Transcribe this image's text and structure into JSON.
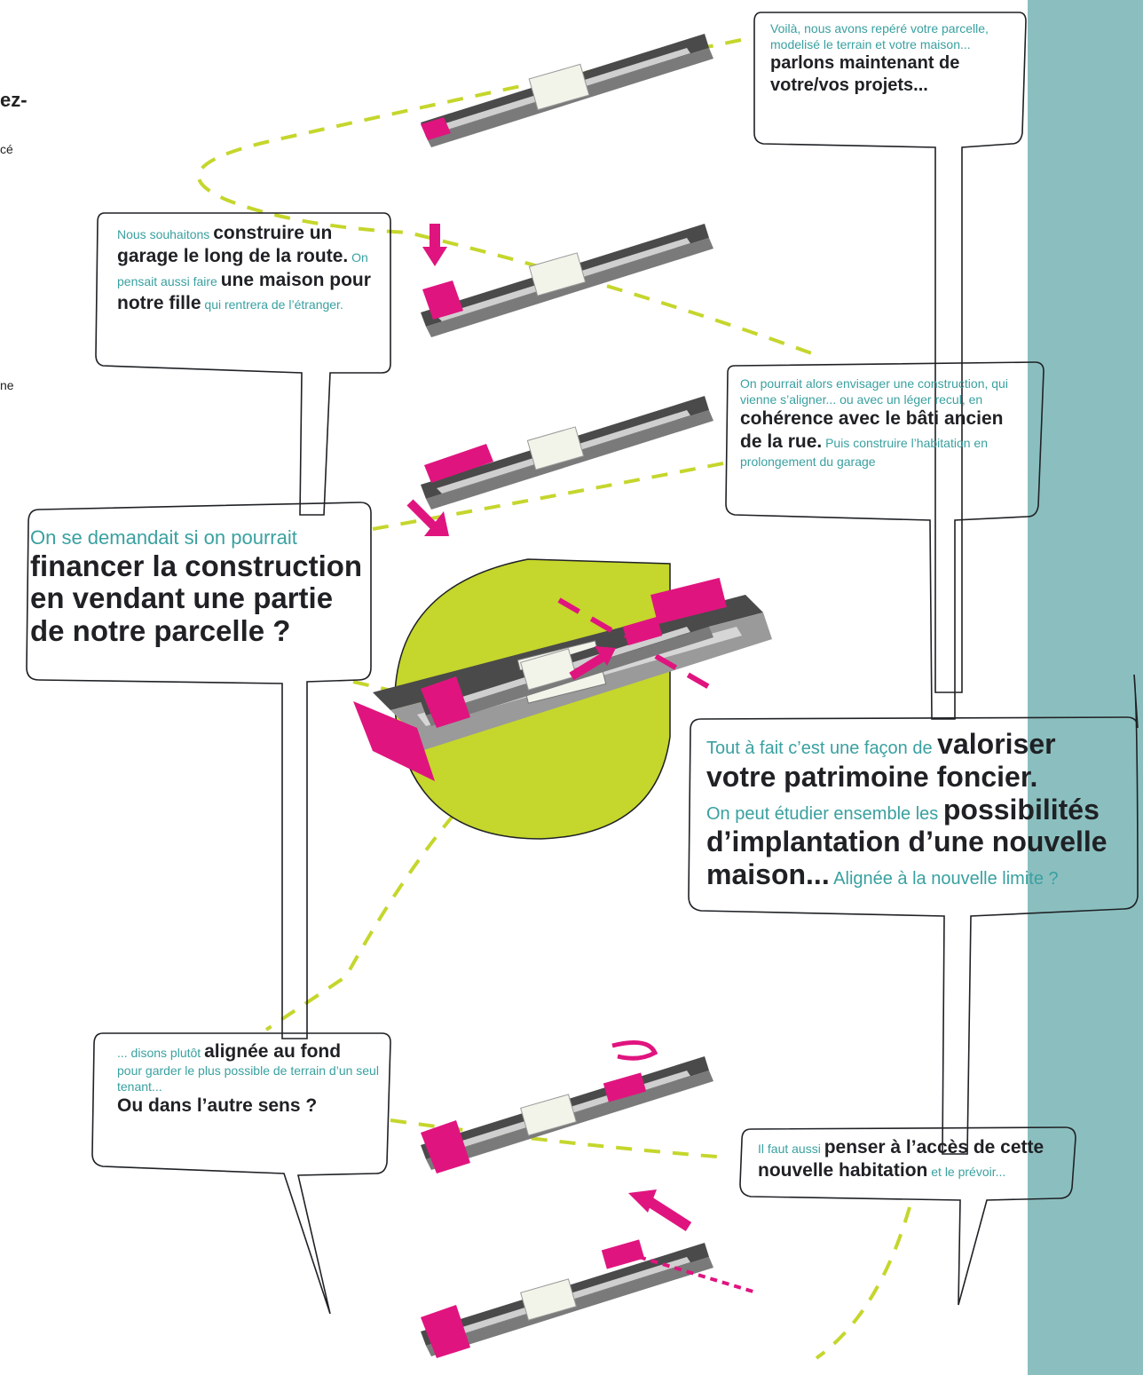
{
  "left_margin_fragments": {
    "frag_1": "ez-",
    "frag_2": "cé",
    "frag_3": "ne"
  },
  "bubbles": {
    "b1": {
      "light": "Voilà, nous avons repéré votre parcelle, modelisé le terrain et votre maison...",
      "bold": "parlons maintenant de votre/vos projets..."
    },
    "b2": {
      "light_1": "Nous souhaitons",
      "bold_1": "construire un garage le long de la route.",
      "light_2": "On pensait aussi faire",
      "bold_2": "une maison pour notre fille",
      "light_3": "qui rentrera de l’étranger."
    },
    "b3": {
      "light_1": "On pourrait alors envisager une construction, qui vienne s’aligner... ou avec un léger recul, en",
      "bold_1": "cohérence avec le bâti ancien de la rue.",
      "light_2": "Puis construire l’habitation en prolongement du garage"
    },
    "b4": {
      "light": "On se demandait si on pourrait",
      "bold": "financer la construction en vendant une partie de notre parcelle ?"
    },
    "b5": {
      "light_1": "Tout à fait c’est une façon de",
      "bold_1": "valoriser votre patrimoine foncier.",
      "light_2": "On peut étudier ensemble les",
      "bold_2": "possibilités d’implantation d’une nouvelle maison...",
      "light_3": "Alignée à la nouvelle limite ?"
    },
    "b6": {
      "light_1": "... disons plutôt",
      "bold_1": "alignée au fond",
      "light_2": "pour garder le plus possible de terrain d’un seul tenant...",
      "bold_2": "Ou dans l’autre sens ?"
    },
    "b7": {
      "light_1": "Il faut aussi",
      "bold_1": "penser à l’accès de cette nouvelle habitation",
      "light_2": "et le prévoir..."
    }
  },
  "colors": {
    "magenta": "#e0147f",
    "lime": "#c5d62c",
    "teal_band": "#8bbfbf",
    "teal_text": "#3aa0a0",
    "dark": "#1f2125",
    "plot_gray": "#4a4a4a"
  }
}
